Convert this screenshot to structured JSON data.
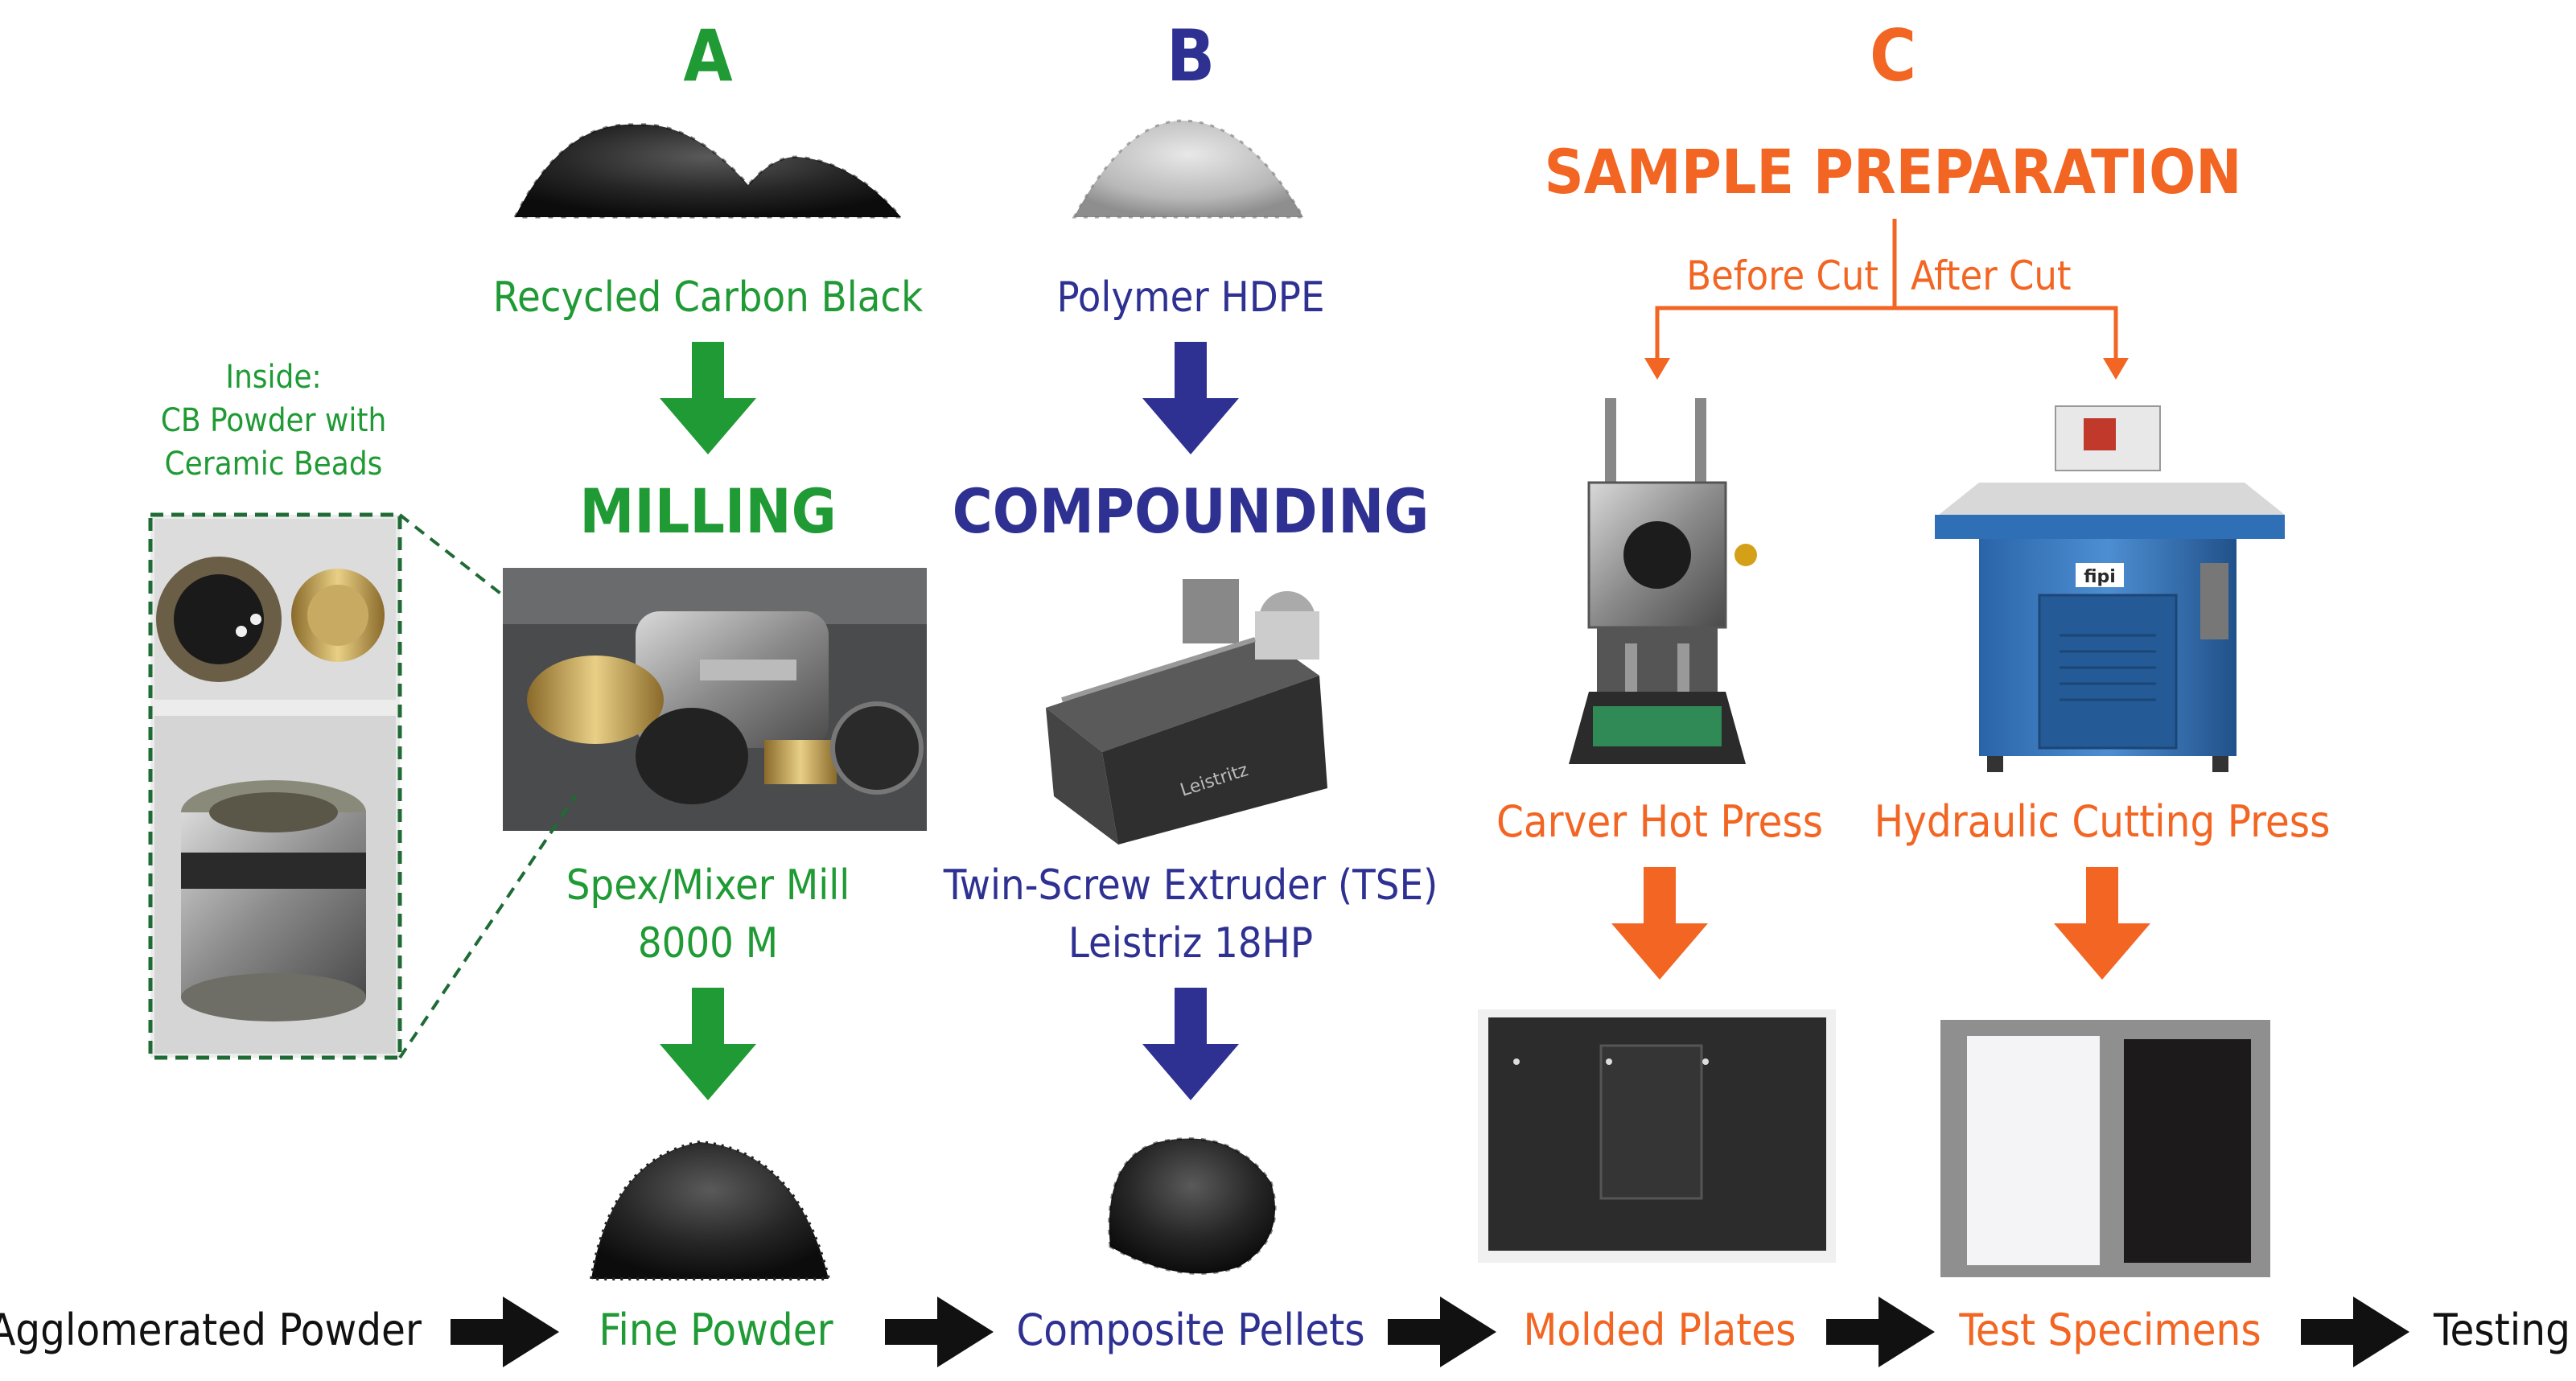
{
  "colors": {
    "green": "#1f9a34",
    "blue": "#2e3192",
    "orange": "#f26522",
    "black": "#111111"
  },
  "columns": {
    "a": {
      "letter": "A",
      "material": "Recycled Carbon Black",
      "process": "MILLING",
      "equipment_line1": "Spex/Mixer Mill",
      "equipment_line2": "8000 M",
      "inset_line1": "Inside:",
      "inset_line2": "CB Powder with",
      "inset_line3": "Ceramic Beads"
    },
    "b": {
      "letter": "B",
      "material": "Polymer HDPE",
      "process": "COMPOUNDING",
      "equipment_line1": "Twin-Screw Extruder (TSE)",
      "equipment_line2": "Leistriz 18HP"
    },
    "c": {
      "letter": "C",
      "process": "SAMPLE PREPARATION",
      "branch_left": "Before Cut",
      "branch_right": "After Cut",
      "equipment_left": "Carver Hot Press",
      "equipment_right": "Hydraulic Cutting Press"
    }
  },
  "flow": {
    "step1": "Agglomerated Powder",
    "step2": "Fine Powder",
    "step3": "Composite Pellets",
    "step4": "Molded Plates",
    "step5": "Test Specimens",
    "step6": "Testing"
  }
}
